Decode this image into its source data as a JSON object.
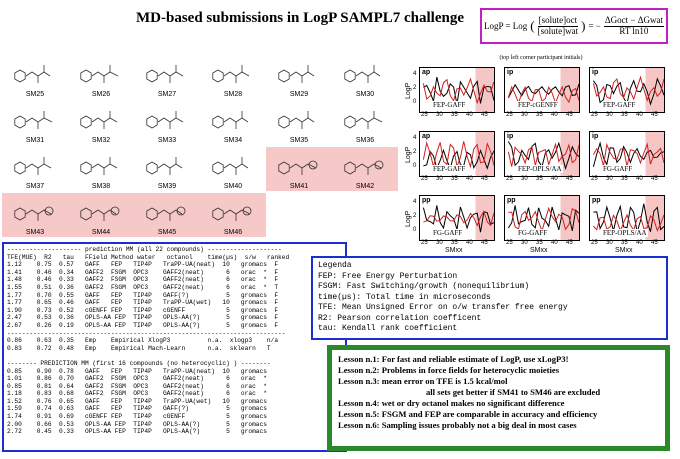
{
  "title": "MD-based submissions in LogP SAMPL7 challenge",
  "formula": {
    "lhs": "LogP = Log",
    "bracket_num": "[solute]oct",
    "bracket_den": "[solute]wat",
    "eq": "= −",
    "rhs_num": "ΔGoct − ΔGwat",
    "rhs_den": "RT ln10"
  },
  "molecules": [
    {
      "label": "SM25",
      "highlight": false
    },
    {
      "label": "SM26",
      "highlight": false
    },
    {
      "label": "SM27",
      "highlight": false
    },
    {
      "label": "SM28",
      "highlight": false
    },
    {
      "label": "SM29",
      "highlight": false
    },
    {
      "label": "SM30",
      "highlight": false
    },
    {
      "label": "SM31",
      "highlight": false
    },
    {
      "label": "SM32",
      "highlight": false
    },
    {
      "label": "SM33",
      "highlight": false
    },
    {
      "label": "SM34",
      "highlight": false
    },
    {
      "label": "SM35",
      "highlight": false
    },
    {
      "label": "SM36",
      "highlight": false
    },
    {
      "label": "SM37",
      "highlight": false
    },
    {
      "label": "SM38",
      "highlight": false
    },
    {
      "label": "SM39",
      "highlight": false
    },
    {
      "label": "SM40",
      "highlight": false
    },
    {
      "label": "SM41",
      "highlight": true
    },
    {
      "label": "SM42",
      "highlight": true
    },
    {
      "label": "SM43",
      "highlight": true
    },
    {
      "label": "SM44",
      "highlight": true
    },
    {
      "label": "SM45",
      "highlight": true
    },
    {
      "label": "SM46",
      "highlight": true
    }
  ],
  "plots": {
    "note": "(top left corner participant initials)",
    "ylabel": "LogP",
    "xlabel": "SMxx",
    "xticks": [
      "25",
      "30",
      "35",
      "40",
      "45"
    ],
    "yticks": [
      "4",
      "2",
      "0"
    ],
    "colors": {
      "exp": "#000000",
      "pred": "#d02020",
      "shade": "#f6c6c6"
    },
    "panels": [
      {
        "tag": "ap",
        "method": "FEP-GAFF"
      },
      {
        "tag": "ip",
        "method": "FEP-cGENFF"
      },
      {
        "tag": "ip",
        "method": "FEP-GAFF"
      },
      {
        "tag": "ap",
        "method": "FEP-GAFF"
      },
      {
        "tag": "ip",
        "method": "FEP-OPLS/AA"
      },
      {
        "tag": "ip",
        "method": "FG-GAFF"
      },
      {
        "tag": "pp",
        "method": "FG-GAFF"
      },
      {
        "tag": "pp",
        "method": "FG-GAFF"
      },
      {
        "tag": "pp",
        "method": "FEP-OPLS/AA"
      }
    ]
  },
  "table_lines": [
    "-------------------- prediction MM (all 22 compounds) --------------------",
    "TFE(MUE)  R2   tau   FField Method water   octanol    time(µs)  s/w   ranked",
    "1.12    0.75  0.57   GAFF   FEP   TIP4P   TraPP-UA(neat)  10   gromacs  F",
    "1.41    0.46  0.34   GAFF2  FSGM  OPC3    GAFF2(neat)      6   orac  *  F",
    "1.48    0.46  0.33   GAFF2  FSGM  OPC3    GAFF2(neat)      6   orac  *  F",
    "1.55    0.51  0.36   GAFF2  FSGM  OPC3    GAFF2(neat)      6   orac  *  T",
    "1.77    0.70  0.55   GAFF   FEP   TIP4P   GAFF(?)          5   gromacs  F",
    "1.77    0.65  0.46   GAFF   FEP   TIP4P   TraPP-UA(wet)   10   gromacs  F",
    "1.90    0.73  0.52   cGENFF FEP   TIP4P   cGENFF           5   gromacs  F",
    "2.47    0.53  0.36   OPLS-AA FEP  TIP4P   OPLS-AA(?)       5   gromacs  F",
    "2.67    0.26  0.19   OPLS-AA FEP  TIP4P   OPLS-AA(?)       5   gromacs  F",
    "---------------------------------------------------------------------------",
    "0.86    0.63  0.35   Emp    Empirical XlogP3          n.a.  xlogp3    n/a",
    "0.83    0.72  0.48   Emp    Empirical Mach-Learn      n.a.  sklearn   T",
    "",
    "-------- PREDICTION MM (first 16 compounds (no heterocyclic) ) --------",
    "0.85    0.90  0.78   GAFF   FEP   TIP4P   TraPP-UA(neat)  10   gromacs",
    "1.01    0.86  0.70   GAFF2  FSGM  OPC3    GAFF2(neat)      6   orac  *",
    "0.85    0.81  0.64   GAFF2  FSGM  OPC3    GAFF2(neat)      6   orac  *",
    "1.18    0.83  0.68   GAFF2  FSGM  OPC3    GAFF2(neat)      6   orac  *",
    "1.52    0.76  0.65   GAFF   FEP   TIP4P   TraPP-UA(wet)   10   gromacs",
    "1.59    0.74  0.63   GAFF   FEP   TIP4P   GAFF(?)          5   gromacs",
    "1.74    0.91  0.69   cGENFF FEP   TIP4P   cGENFF           5   gromacs",
    "2.00    0.66  0.53   OPLS-AA FEP  TIP4P   OPLS-AA(?)       5   gromacs",
    "2.72    0.45  0.33   OPLS-AA FEP  TIP4P   OPLS-AA(?)       5   gromacs"
  ],
  "legend_lines": [
    "Legenda",
    "FEP: Free Energy Perturbation",
    "FSGM: Fast Switching/growth (nonequilibrium)",
    "time(µs): Total time in microseconds",
    "TFE: Mean Unsigned Error on o/w transfer free energy",
    "R2: Pearson correlation coefficent",
    "tau: Kendall rank coefficient"
  ],
  "lessons": [
    {
      "text": "Lesson n.1: For fast and reliable estimate of LogP, use xLogP3!",
      "indent": false
    },
    {
      "text": "Lesson n.2: Problems in force fields for heterocyclic moieties",
      "indent": false
    },
    {
      "text": "Lesson n.3: mean error on TFE is 1.5 kcal/mol",
      "indent": false
    },
    {
      "text": "all sets get better if SM41 to SM46 are excluded",
      "indent": true
    },
    {
      "text": "Lesson n.4: wet or dry octanol makes no significant difference",
      "indent": false
    },
    {
      "text": "Lesson n.5: FSGM and FEP are comparable in accuracy and efficiency",
      "indent": false
    },
    {
      "text": "Lesson n.6: Sampling issues probably not a big deal in most cases",
      "indent": false
    }
  ]
}
